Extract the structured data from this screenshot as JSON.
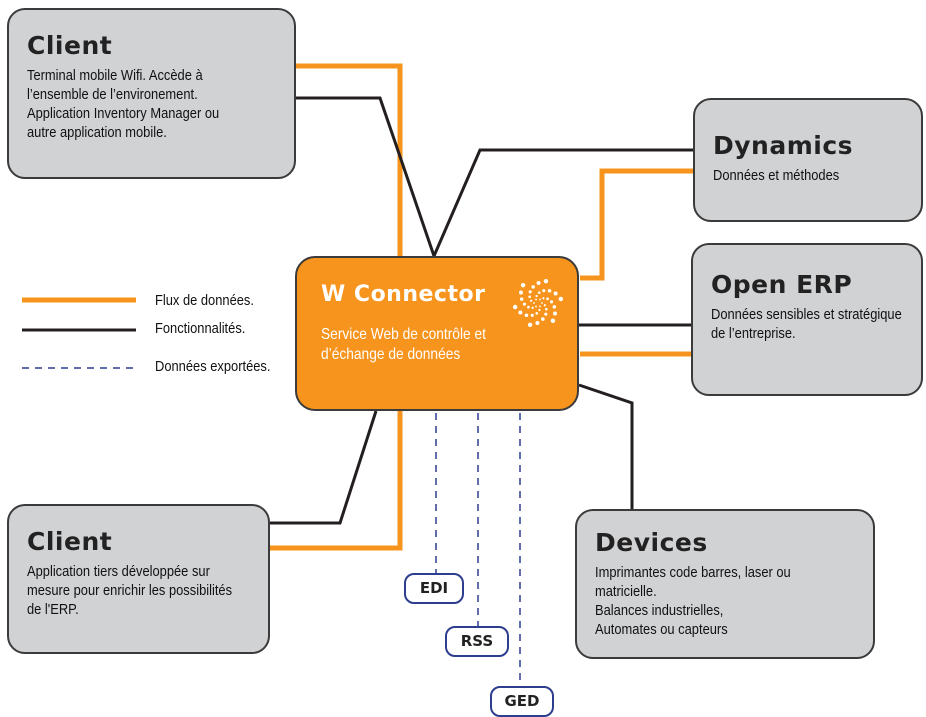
{
  "nodes": {
    "client_top": {
      "title": "Client",
      "description": "Terminal mobile Wifi. Accède à\nl’ensemble de l’environement.\nApplication Inventory Manager ou\nautre application mobile."
    },
    "dynamics": {
      "title": "Dynamics",
      "description": "Données et méthodes"
    },
    "open_erp": {
      "title": "Open ERP",
      "description": "Données sensibles et stratégique\nde l’entreprise."
    },
    "client_bottom": {
      "title": "Client",
      "description": "Application tiers développée sur\nmesure pour enrichir les possibilités\nde l'ERP."
    },
    "devices": {
      "title": "Devices",
      "description": "Imprimantes code barres, laser ou\nmatricielle.\nBalances industrielles,\nAutomates ou capteurs"
    },
    "w_connector": {
      "title": "W Connector",
      "description": "Service Web de contrôle et\nd’échange de données",
      "logo_icon": "spiral-dots-logo"
    }
  },
  "legend": {
    "flux": "Flux de données.",
    "fonctionnalites": "Fonctionnalités.",
    "exportees": "Données exportées."
  },
  "exports": {
    "edi": "EDI",
    "rss": "RSS",
    "ged": "GED"
  },
  "colors": {
    "flux_line": "#f7941d",
    "function_line": "#231f20",
    "export_line": "#2d3e8f",
    "box_fill": "#d1d2d4",
    "connector_fill": "#f7941d"
  }
}
